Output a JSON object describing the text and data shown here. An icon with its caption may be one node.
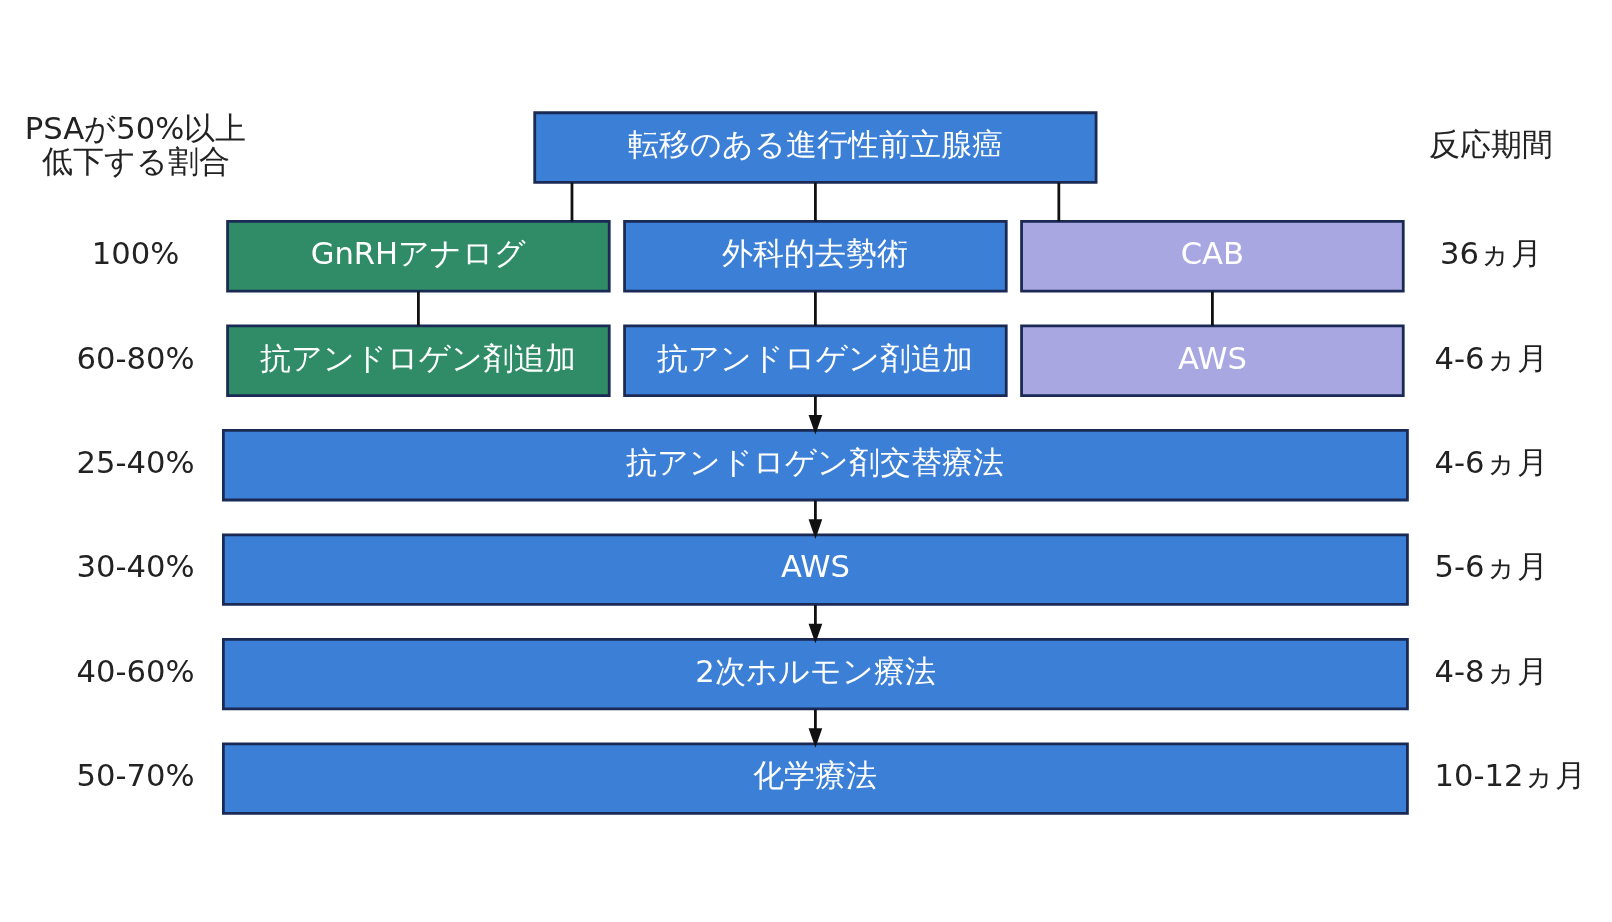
{
  "diagram": {
    "nodes": [
      {
        "text": [
          "転移のある進行性前立腺癌"
        ]
      },
      {
        "text": [
          "GnRHアナログ"
        ]
      },
      {
        "text": [
          "外科的去勢術"
        ]
      },
      {
        "text": [
          "CAB"
        ]
      },
      {
        "text": [
          "抗アンドロゲン剤追加"
        ]
      },
      {
        "text": [
          "抗アンドロゲン剤追加"
        ]
      },
      {
        "text": [
          "AWS"
        ]
      },
      {
        "text": [
          "抗アンドロゲン剤交替療法"
        ]
      },
      {
        "text": [
          "AWS"
        ]
      },
      {
        "text": [
          "2次ホルモン療法"
        ]
      },
      {
        "text": [
          "化学療法"
        ]
      }
    ],
    "edges": [
      {
        "from": 0,
        "to": 1,
        "arrow": "none"
      },
      {
        "from": 0,
        "to": 2,
        "arrow": "none"
      },
      {
        "from": 0,
        "to": 3,
        "arrow": "none"
      },
      {
        "from": 1,
        "to": 4,
        "arrow": "none"
      },
      {
        "from": 2,
        "to": 5,
        "arrow": "none"
      },
      {
        "from": 3,
        "to": 6,
        "arrow": "none"
      },
      {
        "from": 5,
        "to": 7,
        "arrow": "to"
      },
      {
        "from": 7,
        "to": 8,
        "arrow": "to"
      },
      {
        "from": 8,
        "to": 9,
        "arrow": "to"
      },
      {
        "from": 9,
        "to": 10,
        "arrow": "to"
      }
    ],
    "labels": [
      "PSAが50%以上低下する割合",
      "反応期間",
      "100%",
      "36ヵ月",
      "60-80%",
      "4-6ヵ月",
      "25-40%",
      "4-6ヵ月",
      "30-40%",
      "5-6ヵ月",
      "40-60%",
      "4-8ヵ月",
      "50-70%",
      "10-12ヵ月"
    ]
  }
}
